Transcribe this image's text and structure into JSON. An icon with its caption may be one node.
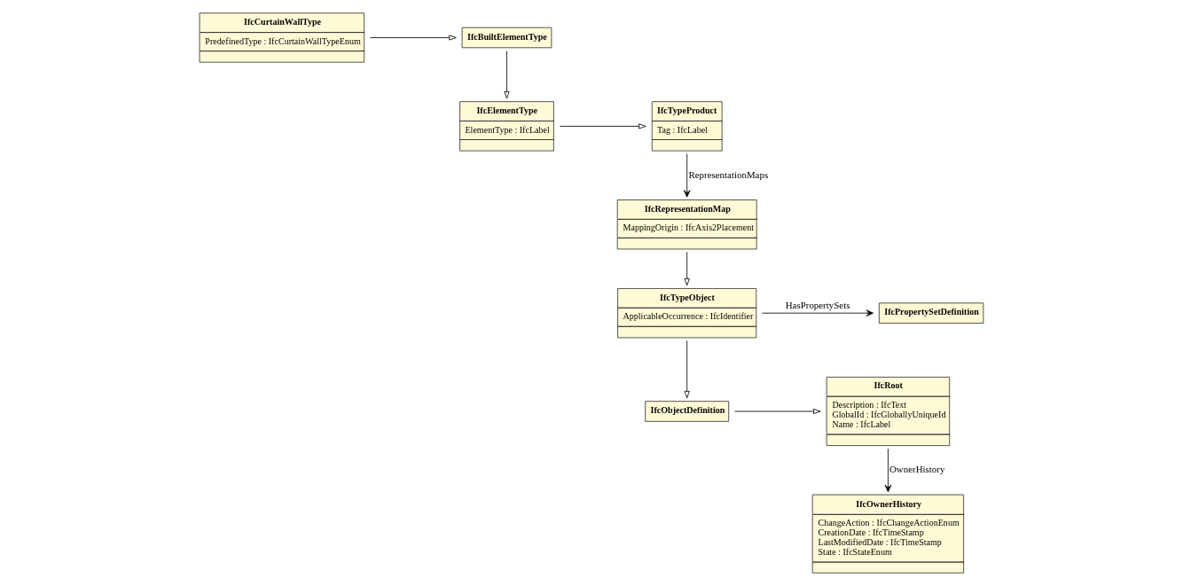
{
  "diagram": {
    "nodes": [
      {
        "text": [
          "IfcCurtainWallType",
          "PredefinedType : IfcCurtainWallTypeEnum"
        ]
      },
      {
        "text": [
          "IfcBuiltElementType"
        ]
      },
      {
        "text": [
          "IfcTypeProduct",
          "Tag : IfcLabel"
        ]
      },
      {
        "text": [
          "IfcElementType",
          "ElementType : IfcLabel"
        ]
      },
      {
        "text": [
          "IfcRoot",
          "Description : IfcText",
          "GlobalId : IfcGloballyUniqueId",
          "Name : IfcLabel"
        ]
      },
      {
        "text": [
          "IfcRepresentationMap",
          "MappingOrigin : IfcAxis2Placement"
        ]
      },
      {
        "text": [
          "IfcObjectDefinition"
        ]
      },
      {
        "text": [
          "IfcOwnerHistory",
          "ChangeAction : IfcChangeActionEnum",
          "CreationDate : IfcTimeStamp",
          "LastModifiedDate : IfcTimeStamp",
          "State : IfcStateEnum"
        ]
      },
      {
        "text": [
          "IfcTypeObject",
          "ApplicableOccurrence : IfcIdentifier"
        ]
      },
      {
        "text": [
          "IfcPropertySetDefinition"
        ]
      }
    ],
    "edges": [
      {
        "from": 0,
        "to": 1,
        "arrow": "to"
      },
      {
        "from": 1,
        "to": 3,
        "arrow": "to"
      },
      {
        "from": 3,
        "to": 2,
        "arrow": "to"
      },
      {
        "from": 2,
        "to": 5,
        "arrow": "to",
        "label": "RepresentationMaps"
      },
      {
        "from": 5,
        "to": 8,
        "arrow": "to"
      },
      {
        "from": 8,
        "to": 6,
        "arrow": "to"
      },
      {
        "from": 6,
        "to": 4,
        "arrow": "to"
      },
      {
        "from": 4,
        "to": 7,
        "arrow": "to",
        "label": "OwnerHistory"
      },
      {
        "from": 8,
        "to": 9,
        "arrow": "to",
        "label": "HasPropertySets"
      }
    ]
  }
}
